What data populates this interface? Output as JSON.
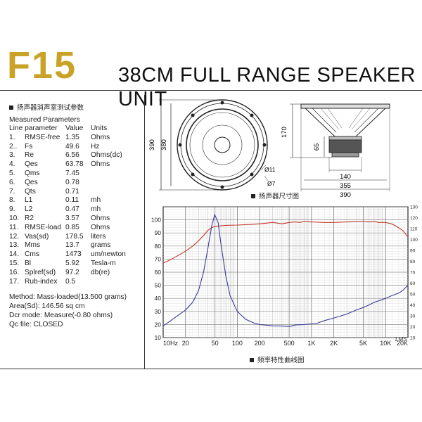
{
  "header": {
    "model": "F15",
    "title": "38CM FULL RANGE SPEAKER UNIT"
  },
  "params_panel": {
    "section_title": "扬声器消声室测试参数",
    "subtitle": "Measured Parameters",
    "col_headers": {
      "name": "Line parameter",
      "value": "Value",
      "unit": "Units"
    },
    "rows": [
      {
        "num": "1.",
        "name": "RMSE-free",
        "value": "1.35",
        "unit": "Ohms"
      },
      {
        "num": "2..",
        "name": "Fs",
        "value": "49.6",
        "unit": "Hz"
      },
      {
        "num": "3.",
        "name": "Re",
        "value": "6.56",
        "unit": "Ohms(dc)"
      },
      {
        "num": "4.",
        "name": "Qes",
        "value": "63.78",
        "unit": "Ohms"
      },
      {
        "num": "5.",
        "name": "Qms",
        "value": "7.45",
        "unit": ""
      },
      {
        "num": "6.",
        "name": "Qes",
        "value": "0.78",
        "unit": ""
      },
      {
        "num": "7.",
        "name": "Qts",
        "value": "0.71",
        "unit": ""
      },
      {
        "num": "8.",
        "name": "L1",
        "value": "0.11",
        "unit": "mh"
      },
      {
        "num": "9.",
        "name": "L2",
        "value": "0.47",
        "unit": "mh"
      },
      {
        "num": "10.",
        "name": "R2",
        "value": "3.57",
        "unit": "Ohms"
      },
      {
        "num": "11.",
        "name": "RMSE-load",
        "value": "0.85",
        "unit": "Ohms"
      },
      {
        "num": "12.",
        "name": "Vas(sd)",
        "value": "178.5",
        "unit": "liters"
      },
      {
        "num": "13.",
        "name": "Mms",
        "value": "13.7",
        "unit": "grams"
      },
      {
        "num": "14.",
        "name": "Cms",
        "value": "1473",
        "unit": "um/newton"
      },
      {
        "num": "15.",
        "name": "Bl",
        "value": "5.92",
        "unit": "Tesla-m"
      },
      {
        "num": "16.",
        "name": "Splref(sd)",
        "value": "97.2",
        "unit": "db(re)"
      },
      {
        "num": "17.",
        "name": "Rub-index",
        "value": "0.5",
        "unit": ""
      }
    ],
    "method": "Method:  Mass-loaded(13.500 grams)",
    "area": "Area(Sd):  146.56 sq cm",
    "dcr": "Dcr mode:  Measure(-0.80 ohms)",
    "qc": "Qc file:  CLOSED"
  },
  "drawing": {
    "caption": "扬声器尺寸图",
    "front_dims": {
      "outer": "390",
      "inner": "380",
      "hole": "Ø11",
      "bolt_circle": "Ø7"
    },
    "side_dims": {
      "height": "170",
      "magnet_height": "65",
      "magnet_dia": "140",
      "cutout": "355",
      "overall": "390"
    }
  },
  "chart_caption": "频率特性曲线图",
  "chart_data": {
    "type": "line",
    "x_scale": "log",
    "xlim": [
      10,
      20000
    ],
    "ylim": [
      10,
      110
    ],
    "x_ticks": [
      {
        "v": 10,
        "label": "10Hz"
      },
      {
        "v": 20,
        "label": "20"
      },
      {
        "v": 50,
        "label": "50"
      },
      {
        "v": 100,
        "label": "100"
      },
      {
        "v": 200,
        "label": "200"
      },
      {
        "v": 500,
        "label": "500"
      },
      {
        "v": 1000,
        "label": "1K"
      },
      {
        "v": 2000,
        "label": "2K"
      },
      {
        "v": 5000,
        "label": "5K"
      },
      {
        "v": 10000,
        "label": "10K"
      },
      {
        "v": 20000,
        "label": "20K"
      }
    ],
    "y_ticks": [
      10,
      20,
      30,
      40,
      50,
      60,
      70,
      80,
      90,
      100
    ],
    "y_ticks_right": [
      10,
      20,
      30,
      40,
      50,
      60,
      70,
      80,
      90,
      100,
      110,
      120,
      130
    ],
    "watermark": "LMS",
    "grid": true,
    "series": [
      {
        "color": "#c0392b",
        "points": [
          [
            10,
            67
          ],
          [
            12,
            69
          ],
          [
            15,
            72
          ],
          [
            20,
            76
          ],
          [
            25,
            80
          ],
          [
            30,
            84
          ],
          [
            35,
            88
          ],
          [
            40,
            92
          ],
          [
            45,
            94
          ],
          [
            50,
            95
          ],
          [
            60,
            95.5
          ],
          [
            70,
            95.8
          ],
          [
            100,
            96
          ],
          [
            150,
            96.5
          ],
          [
            200,
            97
          ],
          [
            300,
            98
          ],
          [
            400,
            97
          ],
          [
            500,
            98
          ],
          [
            600,
            98.5
          ],
          [
            700,
            98
          ],
          [
            800,
            99
          ],
          [
            1000,
            98.5
          ],
          [
            1500,
            98
          ],
          [
            2000,
            98
          ],
          [
            3000,
            98.5
          ],
          [
            4000,
            99
          ],
          [
            5000,
            99
          ],
          [
            6000,
            98.5
          ],
          [
            7000,
            99
          ],
          [
            8000,
            98
          ],
          [
            10000,
            98
          ],
          [
            12000,
            97
          ],
          [
            14000,
            95
          ],
          [
            17000,
            92
          ],
          [
            20000,
            87
          ]
        ]
      },
      {
        "color": "#3b3b9a",
        "points": [
          [
            10,
            19
          ],
          [
            12,
            22
          ],
          [
            15,
            26
          ],
          [
            20,
            31
          ],
          [
            25,
            37
          ],
          [
            30,
            46
          ],
          [
            35,
            60
          ],
          [
            40,
            78
          ],
          [
            45,
            95
          ],
          [
            49.6,
            104
          ],
          [
            55,
            98
          ],
          [
            60,
            82
          ],
          [
            70,
            57
          ],
          [
            80,
            42
          ],
          [
            100,
            30
          ],
          [
            130,
            24
          ],
          [
            170,
            21
          ],
          [
            200,
            20
          ],
          [
            300,
            19
          ],
          [
            400,
            18.8
          ],
          [
            500,
            18.5
          ],
          [
            550,
            19
          ],
          [
            600,
            19.6
          ],
          [
            800,
            20
          ],
          [
            1000,
            20.5
          ],
          [
            1200,
            21
          ],
          [
            1500,
            23
          ],
          [
            2000,
            25
          ],
          [
            3000,
            28
          ],
          [
            4000,
            31
          ],
          [
            5000,
            33
          ],
          [
            6000,
            35
          ],
          [
            7000,
            37
          ],
          [
            8000,
            38
          ],
          [
            10000,
            40
          ],
          [
            12000,
            42
          ],
          [
            15000,
            44
          ],
          [
            17000,
            46
          ],
          [
            20000,
            50
          ]
        ]
      }
    ]
  }
}
